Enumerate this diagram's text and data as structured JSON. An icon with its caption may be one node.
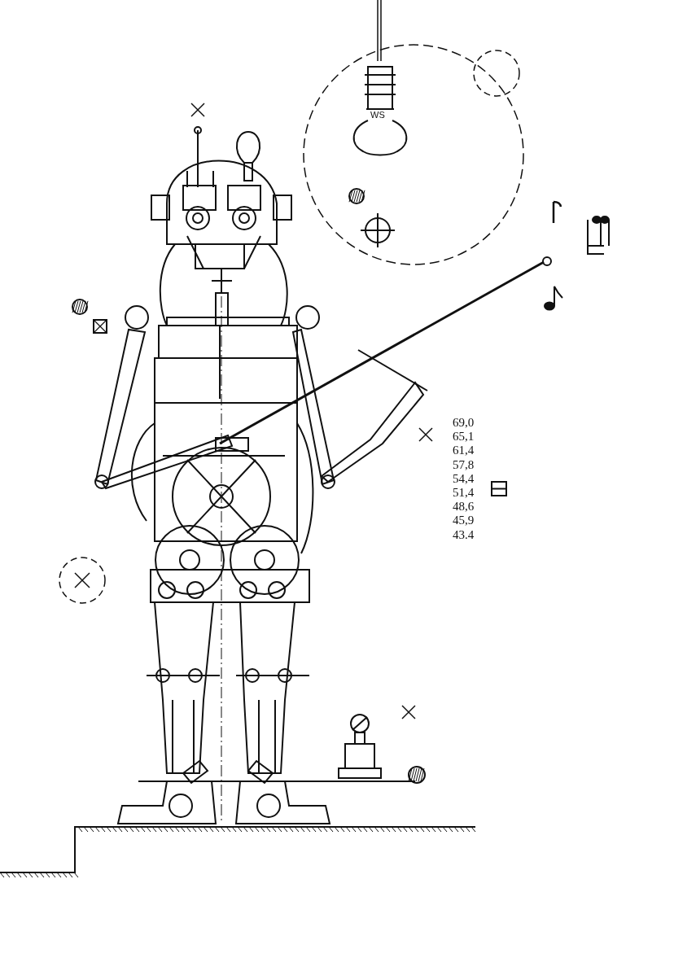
{
  "diagram": {
    "labels": [
      "WS",
      "69,0",
      "65,1",
      "61,4",
      "57,8",
      "54,4",
      "51,4",
      "48,6",
      "45,9",
      "43.4"
    ]
  }
}
